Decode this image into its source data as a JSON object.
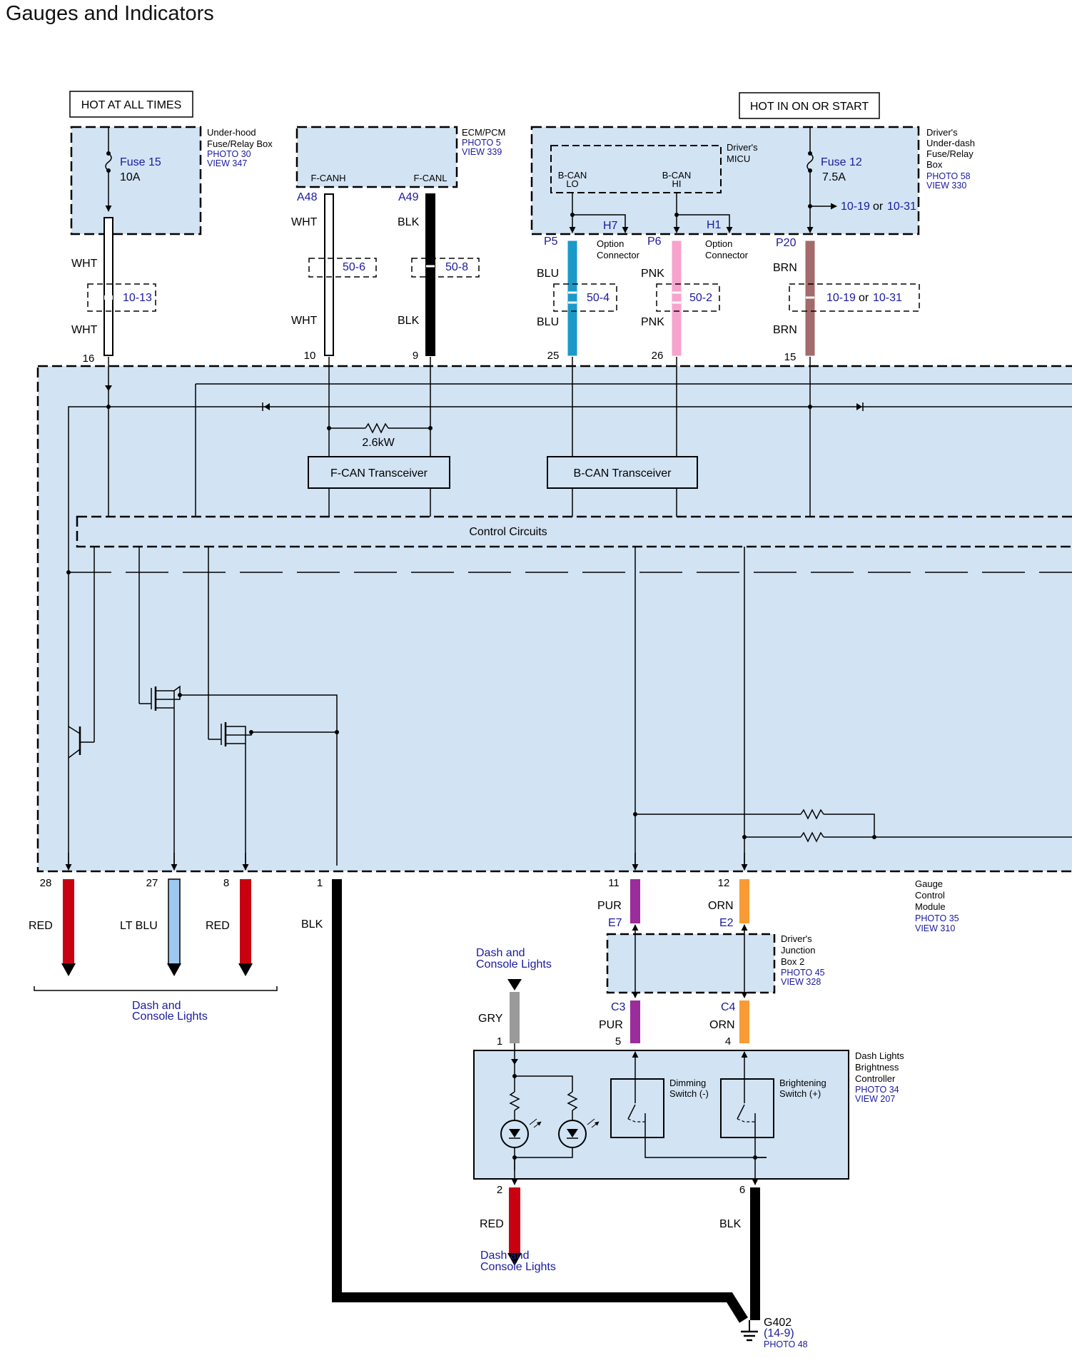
{
  "title": "Gauges and Indicators",
  "power_labels": {
    "hot_at_all_times": "HOT AT ALL TIMES",
    "hot_in_on_or_start": "HOT IN ON OR START"
  },
  "components": {
    "underhood_box": {
      "name_lines": [
        "Under-hood",
        "Fuse/Relay Box"
      ],
      "ref_lines": [
        "PHOTO 30",
        "VIEW 347"
      ],
      "fuse": "Fuse 15",
      "rating": "10A"
    },
    "ecm": {
      "name_lines": [
        "ECM/PCM"
      ],
      "ref_lines": [
        "PHOTO 5",
        "VIEW 339"
      ],
      "pin_a": "F-CANH",
      "pin_b": "F-CANL"
    },
    "underdash_box": {
      "name_lines": [
        "Driver's",
        "Under-dash",
        "Fuse/Relay",
        "Box"
      ],
      "ref_lines": [
        "PHOTO 58",
        "VIEW 330"
      ],
      "fuse": "Fuse 12",
      "rating": "7.5A",
      "branch_a": "10-19",
      "branch_or": "or",
      "branch_b": "10-31"
    },
    "micu": {
      "name_lines": [
        "Driver's",
        "MICU"
      ],
      "lo_lines": [
        "B-CAN",
        "LO"
      ],
      "hi_lines": [
        "B-CAN",
        "HI"
      ]
    },
    "gauge_module": {
      "name_lines": [
        "Gauge",
        "Control",
        "Module"
      ],
      "ref_lines": [
        "PHOTO 35",
        "VIEW 310"
      ],
      "fcan": "F-CAN Transceiver",
      "bcan": "B-CAN Transceiver",
      "control": "Control Circuits",
      "resistor": "2.6kW"
    },
    "junction_box": {
      "name_lines": [
        "Driver's",
        "Junction",
        "Box 2"
      ],
      "ref_lines": [
        "PHOTO 45",
        "VIEW 328"
      ]
    },
    "dimmer": {
      "name_lines": [
        "Dash Lights",
        "Brightness",
        "Controller"
      ],
      "ref_lines": [
        "PHOTO 34",
        "VIEW 207"
      ],
      "dim_lines": [
        "Dimming",
        "Switch (-)"
      ],
      "bright_lines": [
        "Brightening",
        "Switch (+)"
      ]
    },
    "ground": {
      "name": "G402",
      "ref": "(14-9)",
      "photo": "PHOTO 48"
    }
  },
  "connectors": {
    "a48": "A48",
    "a49": "A49",
    "h7": "H7",
    "h1": "H1",
    "p5": "P5",
    "p6": "P6",
    "p20": "P20",
    "c3": "C3",
    "c4": "C4",
    "e7": "E7",
    "e2": "E2",
    "option_lines": [
      "Option",
      "Connector"
    ]
  },
  "splices": {
    "s1": "10-13",
    "s2": "50-6",
    "s3": "50-8",
    "s4": "50-4",
    "s5": "50-2",
    "s6a": "10-19",
    "s6or": "or",
    "s6b": "10-31"
  },
  "pins": {
    "gcm_top": [
      "16",
      "10",
      "9",
      "25",
      "26",
      "15"
    ],
    "gcm_bottom": [
      "28",
      "27",
      "8",
      "1",
      "11",
      "12"
    ],
    "jb_bottom": [
      "5",
      "4"
    ],
    "dimmer_top": "1",
    "dimmer_bottom": [
      "2",
      "6"
    ]
  },
  "wires": {
    "wht": "WHT",
    "blk": "BLK",
    "blu": "BLU",
    "pnk": "PNK",
    "brn": "BRN",
    "red": "RED",
    "ltblu": "LT BLU",
    "pur": "PUR",
    "orn": "ORN",
    "gry": "GRY"
  },
  "destinations": {
    "dash_lines": [
      "Dash and",
      "Console Lights"
    ]
  },
  "colors": {
    "module_fill": "#d2e3f3",
    "white_wire": "#ffffff",
    "black_wire": "#000000",
    "blue_wire": "#1a9ac8",
    "pink_wire": "#f7a3cd",
    "brown_wire": "#a36b6b",
    "red_wire": "#c8000f",
    "ltblue_wire": "#9fc8ef",
    "purple_wire": "#9b2c9b",
    "orange_wire": "#f89b34",
    "gray_wire": "#9a9a9a"
  }
}
